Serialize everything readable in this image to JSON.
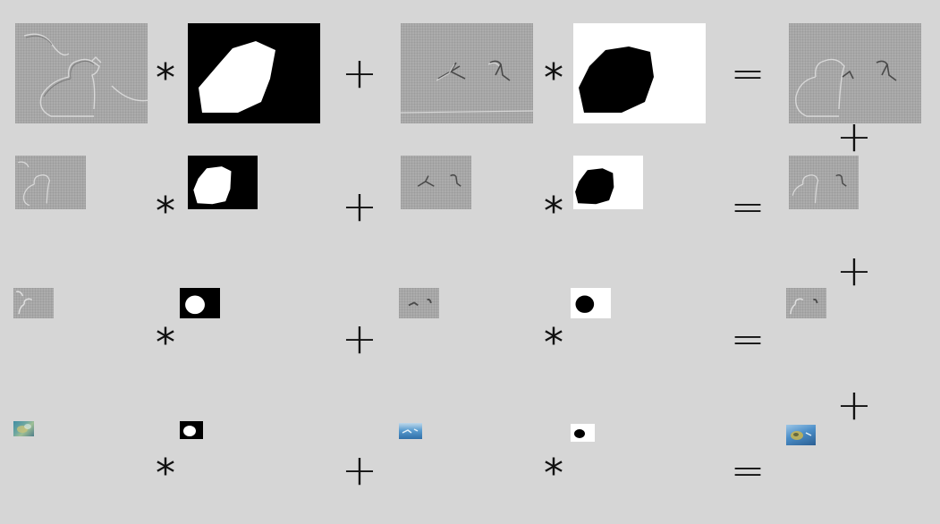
{
  "operators": {
    "times": "*",
    "plus": "+",
    "equals": "="
  },
  "levels": [
    {
      "level": 0,
      "kind": "laplacian"
    },
    {
      "level": 1,
      "kind": "laplacian"
    },
    {
      "level": 2,
      "kind": "laplacian"
    },
    {
      "level": 3,
      "kind": "gaussian-color"
    }
  ],
  "colors": {
    "background": "#d6d6d6",
    "laplacian_gray": "#a6a6a6",
    "mask_white": "#ffffff",
    "mask_black": "#000000"
  }
}
